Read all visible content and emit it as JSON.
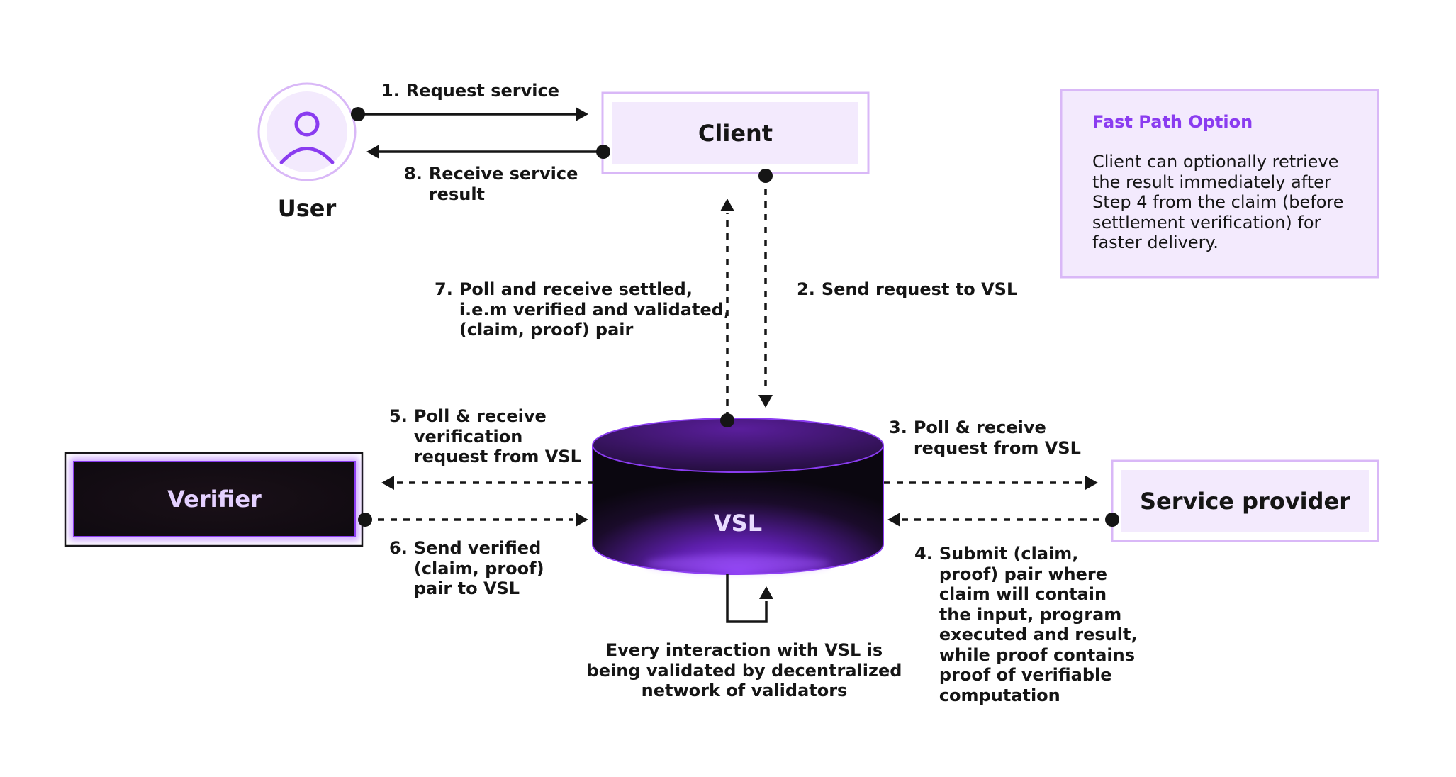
{
  "user": {
    "label": "User"
  },
  "nodes": {
    "client": "Client",
    "verifier": "Verifier",
    "service_provider": "Service provider",
    "vsl": "VSL"
  },
  "steps": {
    "s1": {
      "num": "1.",
      "text": "Request service"
    },
    "s2": {
      "num": "2.",
      "text": "Send request to VSL"
    },
    "s3": {
      "num": "3.",
      "text": "Poll & receive\nrequest from VSL"
    },
    "s4": {
      "num": "4.",
      "text": "Submit (claim,\nproof) pair where\nclaim will contain\nthe input, program\nexecuted and result,\nwhile proof contains\nproof of verifiable\ncomputation"
    },
    "s5": {
      "num": "5.",
      "text": "Poll & receive\nverification\nrequest from VSL"
    },
    "s6": {
      "num": "6.",
      "text": "Send verified\n(claim, proof)\npair to VSL"
    },
    "s7": {
      "num": "7.",
      "text": "Poll and receive settled,\ni.e.m verified and validated,\n(claim, proof) pair"
    },
    "s8": {
      "num": "8.",
      "text": "Receive service\nresult"
    }
  },
  "validation_note": "Every interaction with VSL is\nbeing validated by decentralized\nnetwork of validators",
  "fast_path": {
    "title": "Fast Path Option",
    "body": "Client can optionally retrieve\nthe result immediately after\nStep 4 from the claim (before\nsettlement verification) for\nfaster delivery."
  },
  "colors": {
    "accent": "#8a3cf0",
    "border_light": "#d9b8f7",
    "fill_light": "#f3eafd",
    "dark_box": "#130d14",
    "text": "#151515"
  }
}
